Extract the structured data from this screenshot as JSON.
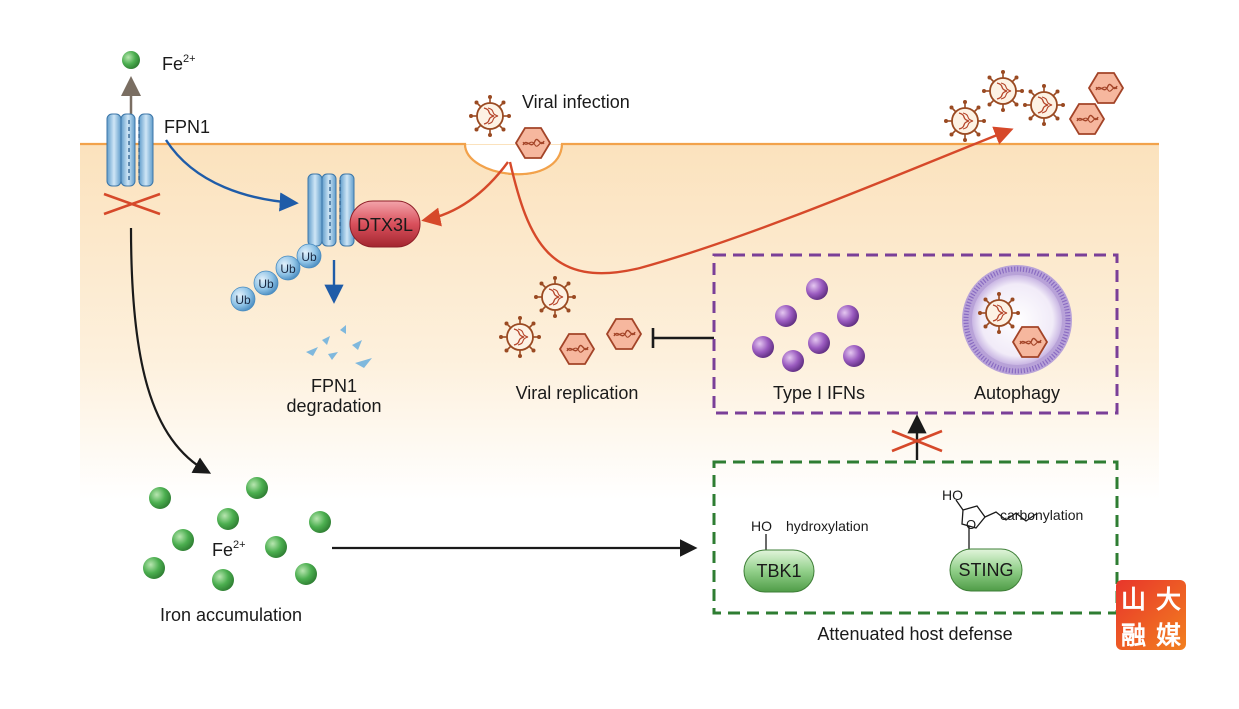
{
  "labels": {
    "fe_top": "Fe",
    "fe_sup": "2+",
    "fpn1": "FPN1",
    "viral_infection": "Viral infection",
    "dtx3l": "DTX3L",
    "ub": "Ub",
    "fpn1_degradation_line1": "FPN1",
    "fpn1_degradation_line2": "degradation",
    "viral_replication": "Viral replication",
    "type_i_ifns": "Type I IFNs",
    "autophagy": "Autophagy",
    "iron_fe": "Fe",
    "iron_fe_sup": "2+",
    "iron_accumulation": "Iron accumulation",
    "ho_left": "HO",
    "hydroxylation": "hydroxylation",
    "tbk1": "TBK1",
    "ho_right": "HO",
    "carbonylation": "carbonylation",
    "sting": "STING",
    "attenuated_host_defense": "Attenuated host defense"
  },
  "logo": [
    "山",
    "大",
    "融",
    "媒"
  ],
  "colors": {
    "cytoplasm": "#fbe7c8",
    "membrane": "#f2a24b",
    "blue_arrow": "#1f5ca8",
    "red_arrow": "#d6492a",
    "black_arrow": "#1a1a1a",
    "purple_box": "#7a3f98",
    "green_box": "#2e7d32",
    "iron_green": "#4caf50",
    "ifn_purple": "#8d4fb0",
    "dtx3l_red": "#c23b48",
    "fpn1_blue": "#8fc3e6",
    "block_x": "#d6492a"
  }
}
